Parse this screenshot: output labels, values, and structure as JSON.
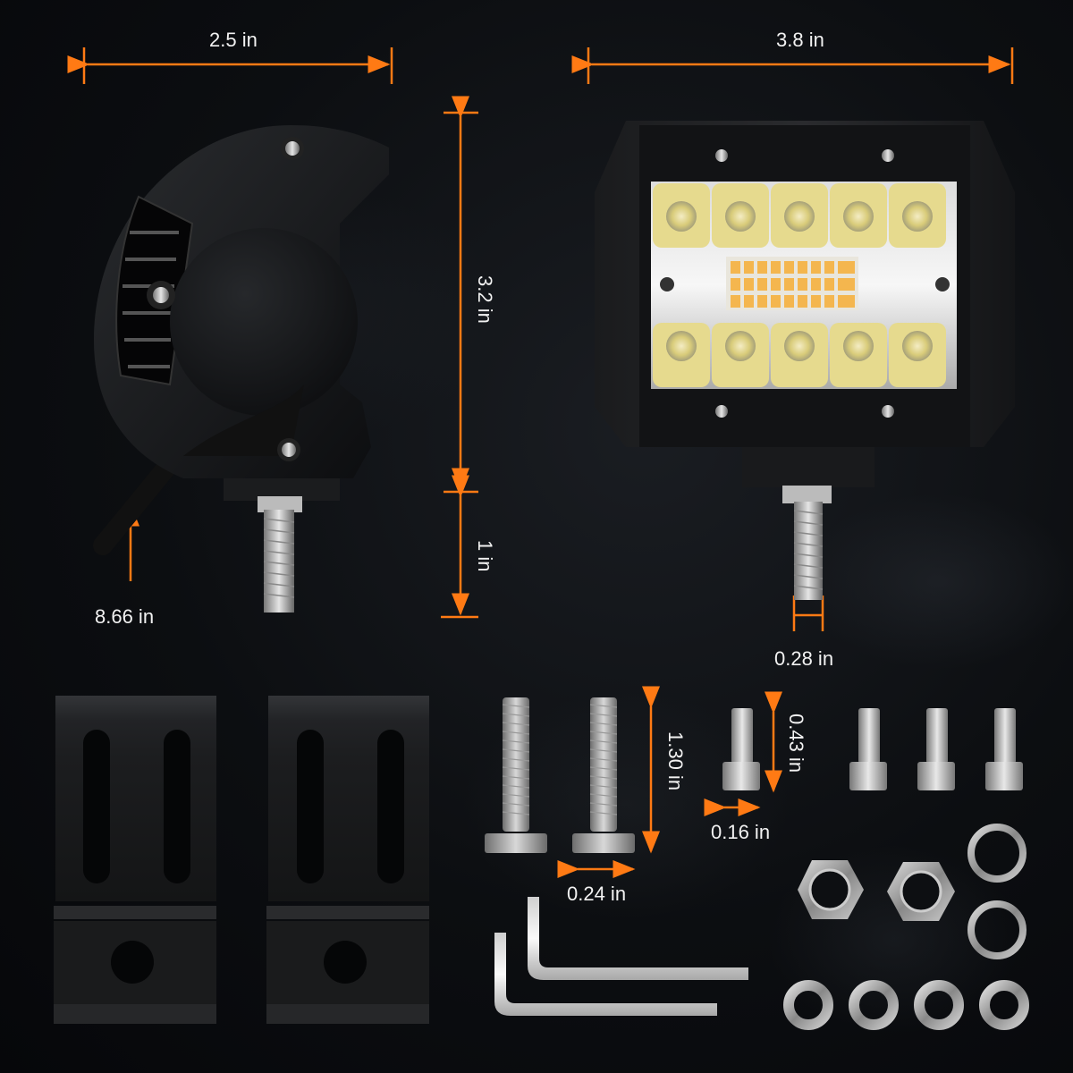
{
  "accent_color": "#ff7a14",
  "dimensions": {
    "side_width": "2.5 in",
    "front_width": "3.8 in",
    "height": "3.2 in",
    "bracket_height": "1 in",
    "cable_length": "8.66 in",
    "bolt_diameter": "0.28 in",
    "long_screw_length": "1.30 in",
    "long_screw_head": "0.24 in",
    "short_screw_length": "0.43 in",
    "short_screw_diameter": "0.16 in"
  },
  "parts": {
    "light_side_view": "LED work light side view",
    "light_front_view": "LED work light front view",
    "mounting_brackets": 2,
    "long_hex_bolts": 2,
    "short_socket_screws": 4,
    "hex_nuts": 2,
    "spring_washers": 2,
    "flat_washers": 4,
    "allen_keys": 2
  },
  "front_light": {
    "top_row_leds": 5,
    "bottom_row_leds": 5,
    "center_smd_grid": {
      "rows": 3,
      "cols": 10
    }
  }
}
